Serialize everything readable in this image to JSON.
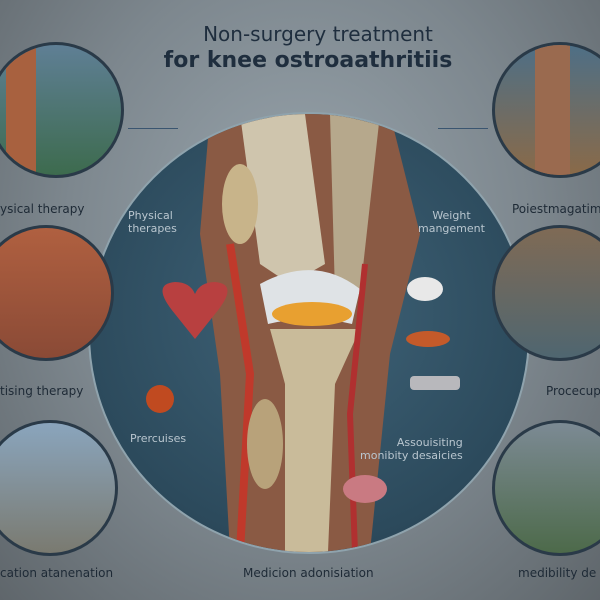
{
  "title": {
    "line1": "Non-surgery treatment",
    "line2": "for knee ostroaathritiis"
  },
  "side_labels": {
    "top_left": "ysical therapy",
    "mid_left": "tising therapy",
    "bottom_left": "cation atanenation",
    "top_right": "Poiestmagatim",
    "mid_right": "Procecup",
    "bottom_right": "medibility de"
  },
  "center_labels": {
    "physical_line1": "Physical",
    "physical_line2": "therapes",
    "weight_line1": "Weight",
    "weight_line2": "mangement",
    "prercuises": "Prercuises",
    "assist_line1": "Assouisiting",
    "assist_line2": "monibity desaicies"
  },
  "bottom_label": "Medicion adonisiation",
  "colors": {
    "background": "#7d878e",
    "circle": "#2c4a5c",
    "title": "#1f2e3e"
  }
}
